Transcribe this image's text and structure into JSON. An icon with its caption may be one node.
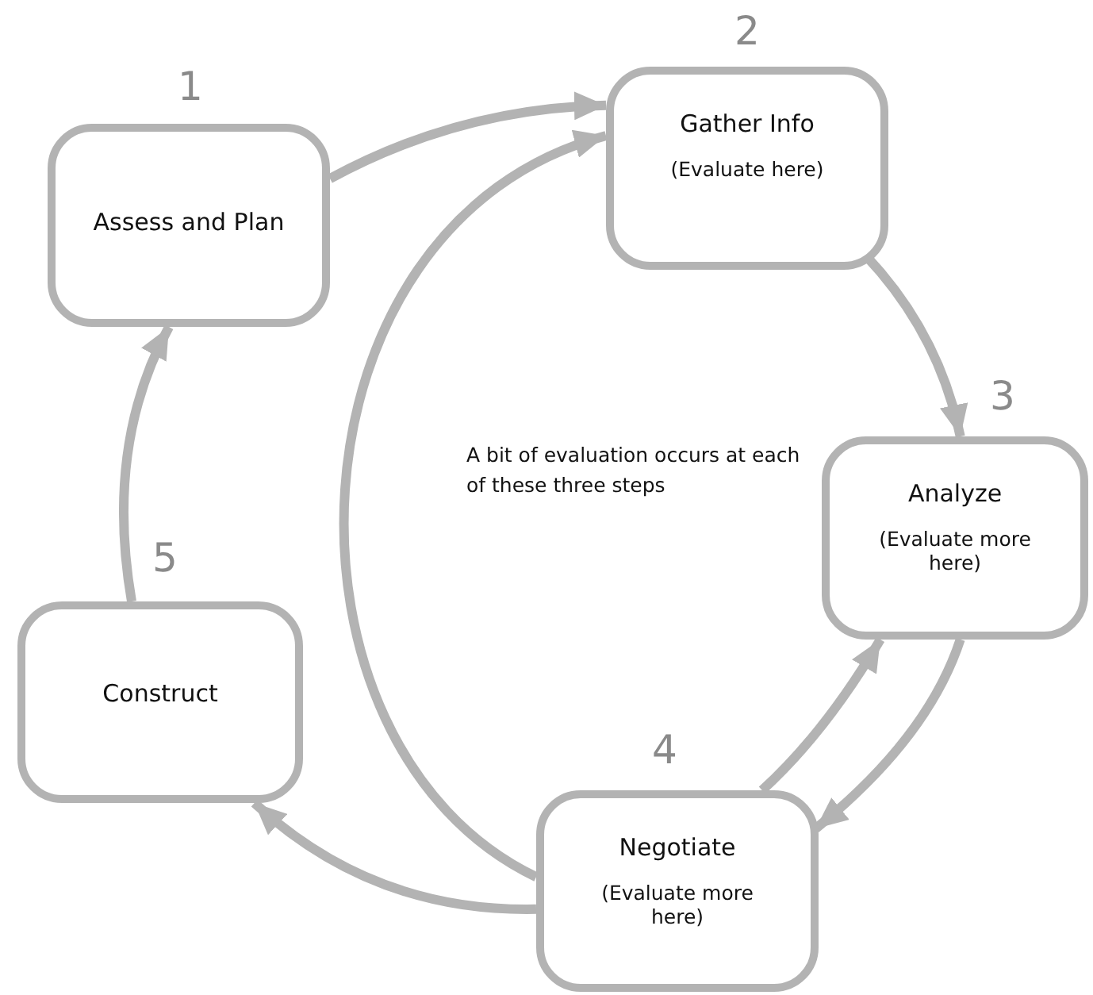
{
  "diagram": {
    "nodes": [
      {
        "text": [
          "Assess and Plan"
        ],
        "beside": [
          "1"
        ]
      },
      {
        "text": [
          "Gather Info",
          "(Evaluate here)"
        ],
        "beside": [
          "2"
        ]
      },
      {
        "text": [
          "Analyze",
          "(Evaluate more here)"
        ],
        "beside": [
          "3"
        ]
      },
      {
        "text": [
          "Negotiate",
          "(Evaluate more here)"
        ],
        "beside": [
          "4"
        ]
      },
      {
        "text": [
          "Construct"
        ],
        "beside": [
          "5"
        ]
      }
    ],
    "edges": [
      {
        "from": 0,
        "to": 1,
        "arrow": "to"
      },
      {
        "from": 1,
        "to": 2,
        "arrow": "to"
      },
      {
        "from": 2,
        "to": 3,
        "arrow": "to"
      },
      {
        "from": 3,
        "to": 2,
        "arrow": "to"
      },
      {
        "from": 3,
        "to": 4,
        "arrow": "to"
      },
      {
        "from": 4,
        "to": 0,
        "arrow": "to"
      },
      {
        "from": 3,
        "to": 1,
        "arrow": "to"
      }
    ],
    "labels": [
      "A bit of evaluation occurs at each of these three steps"
    ]
  }
}
